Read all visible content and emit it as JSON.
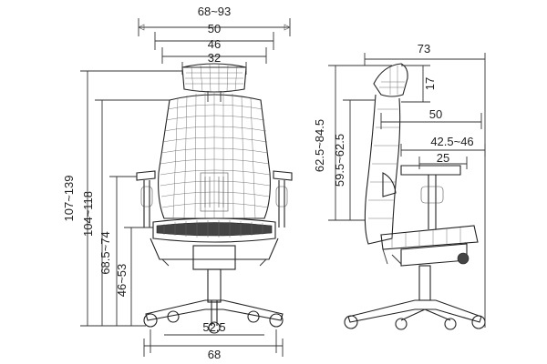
{
  "front_view": {
    "overall_width": "68~93",
    "armrest_width": "50",
    "backrest_width": "46",
    "headrest_width": "32",
    "total_height": "107~139",
    "armrest_height": "104~118",
    "seat_back_height": "68.5~74",
    "seat_height": "46~53",
    "base_inner_width": "52.5",
    "base_width": "68"
  },
  "side_view": {
    "overall_depth": "73",
    "headrest_height": "17",
    "seat_depth": "50",
    "seat_depth_adjust": "42.5~46",
    "armrest_depth": "25",
    "backrest_height": "62.5~84.5",
    "back_height_range": "59.5~62.5"
  }
}
